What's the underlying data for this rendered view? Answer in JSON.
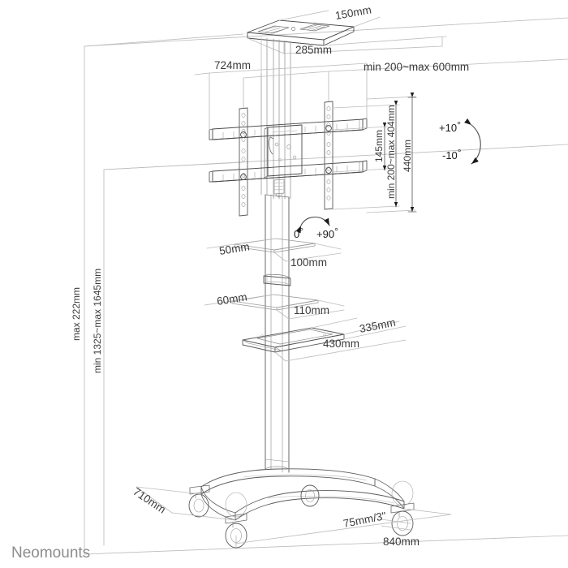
{
  "drawing": {
    "title": "Neomounts TV floor stand trolley technical dimension drawing",
    "brand": "Neomounts",
    "background_color": "#ffffff",
    "line_color": "#4a4a4a",
    "thin_line_color": "#b9b9b9",
    "label_color": "#3b3b3b",
    "brand_color": "#8d8d8d"
  },
  "dimensions": {
    "top_plate_depth": "150mm",
    "top_plate_width": "285mm",
    "bracket_width": "724mm",
    "vesa_width_range": "min 200~max 600mm",
    "vesa_rail_spacing": "145mm",
    "vesa_height_range": "min 200~max 404mm",
    "bracket_height": "440mm",
    "total_depth": "max 222mm",
    "total_height_range": "min 1325~max 1645mm",
    "camera_shelf_depth": "50mm",
    "camera_shelf_width": "100mm",
    "mid_shelf_depth": "60mm",
    "mid_shelf_width": "110mm",
    "av_shelf_depth": "335mm",
    "av_shelf_width": "430mm",
    "base_depth": "710mm",
    "base_width": "840mm",
    "caster_size": "75mm/3\""
  },
  "angles": {
    "tilt_up": "+10",
    "tilt_down": "-10",
    "rotate_min": "0",
    "rotate_max": "+90",
    "degree_symbol": "°"
  },
  "icons": {
    "tilt_arc": "tilt-arc-icon",
    "rotate_arc": "rotate-arc-icon"
  }
}
